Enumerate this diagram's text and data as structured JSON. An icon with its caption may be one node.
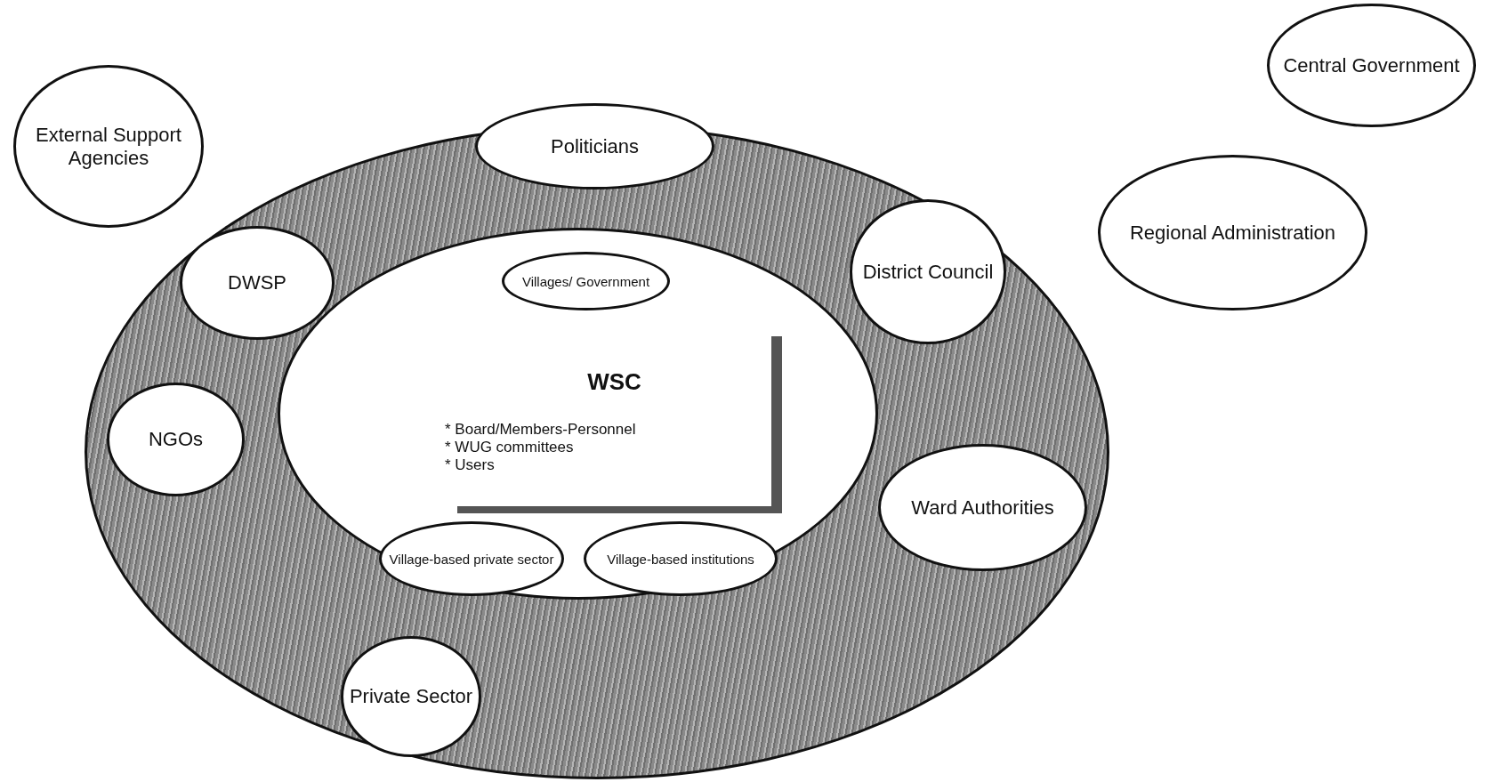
{
  "diagram": {
    "nodes": [
      {
        "text": [
          "Central Government"
        ]
      },
      {
        "text": [
          "External Support Agencies"
        ]
      },
      {
        "text": [],
        "shape": "ellipse"
      },
      {
        "text": [
          "Politicians"
        ],
        "in": 2
      },
      {
        "text": [
          "Regional Administration"
        ]
      },
      {
        "text": [
          "DWSP"
        ],
        "in": 2
      },
      {
        "text": [
          "District Council"
        ],
        "in": 2
      },
      {
        "text": [],
        "shape": "ellipse",
        "in": 2
      },
      {
        "text": [
          "Villages/ Government"
        ],
        "in": 7
      },
      {
        "text": [
          "WSC",
          "* Board/Members-Personnel",
          "* WUG committees",
          "* Users"
        ],
        "in": 7
      },
      {
        "text": [
          "NGOs"
        ],
        "in": 2
      },
      {
        "text": [
          "Ward Authorities"
        ],
        "in": 2
      },
      {
        "text": [
          "Village-based private sector"
        ],
        "in": 7
      },
      {
        "text": [
          "Village-based institutions"
        ],
        "in": 7
      },
      {
        "text": [
          "Private Sector"
        ],
        "in": 2
      }
    ],
    "edges": []
  }
}
